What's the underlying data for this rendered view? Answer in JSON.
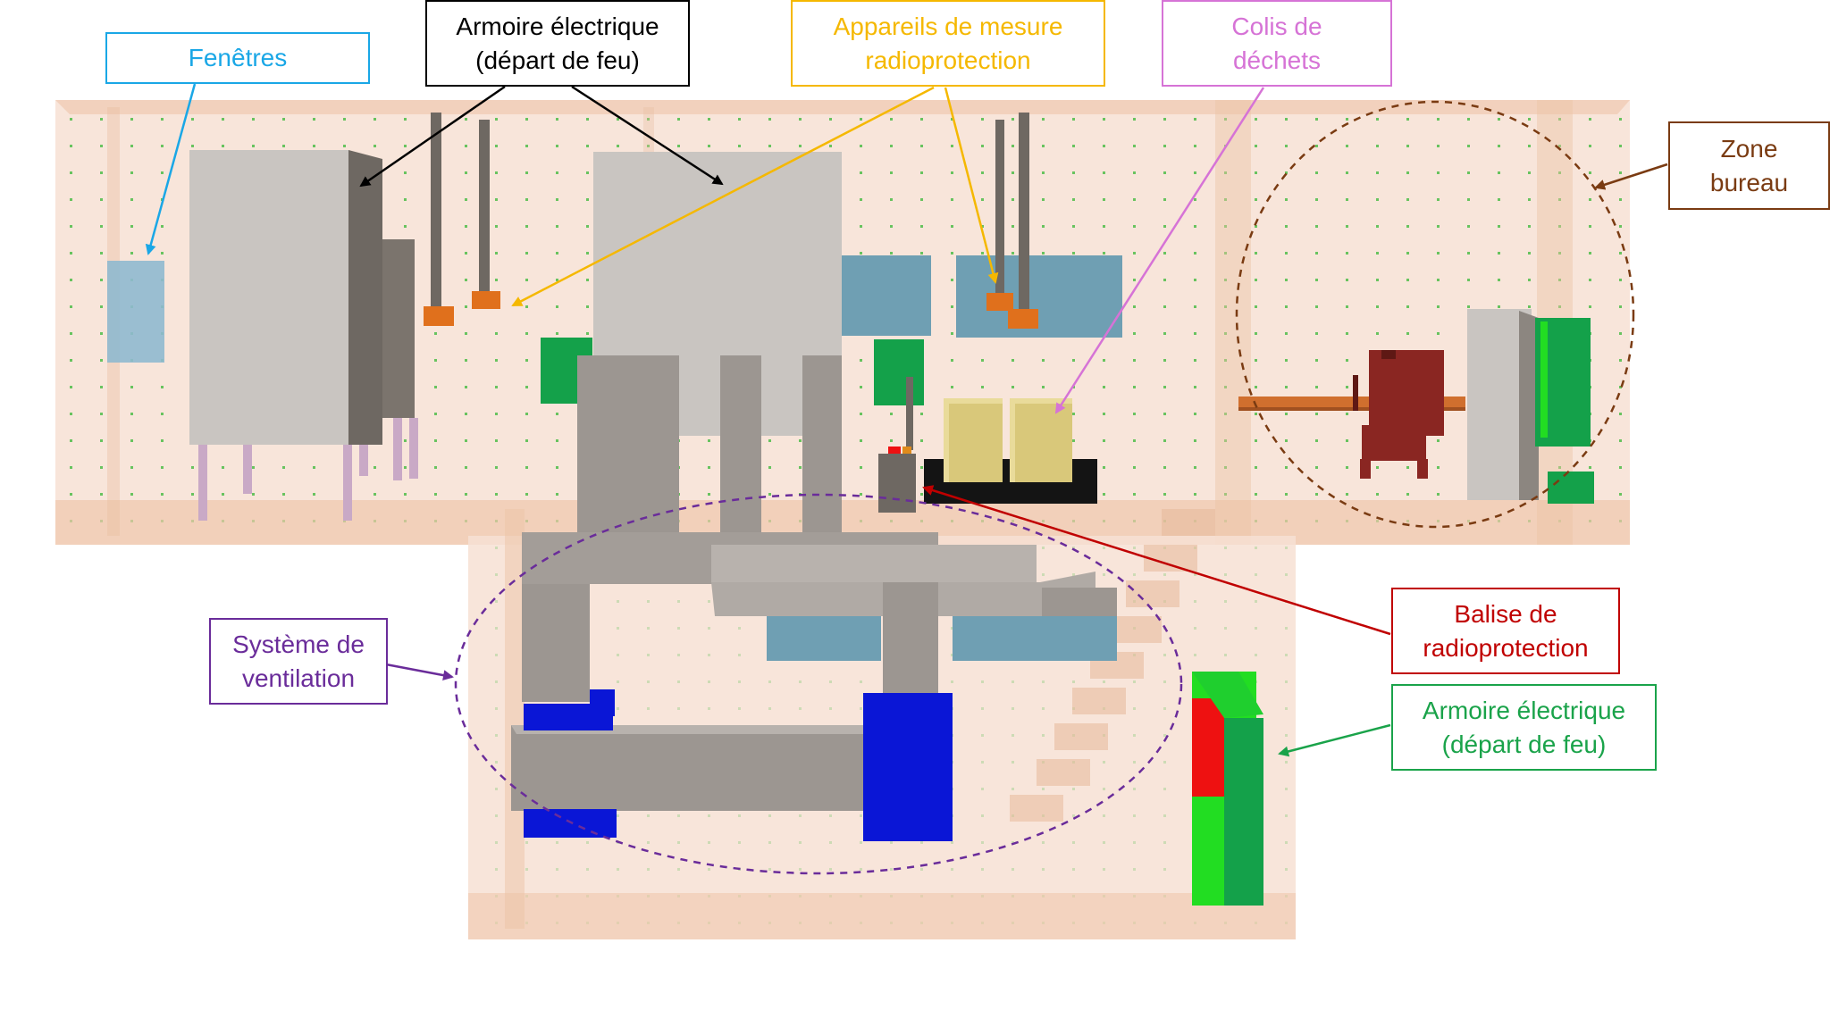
{
  "diagram": {
    "labels": {
      "fenetres": {
        "text": "Fenêtres",
        "color": "#1aa7e6"
      },
      "armoire_top": {
        "text": "Armoire électrique\n(départ de feu)",
        "color": "#000000"
      },
      "appareils": {
        "text": "Appareils de mesure\nradioprotection",
        "color": "#f5b800"
      },
      "colis": {
        "text": "Colis de\ndéchets",
        "color": "#d673d6"
      },
      "zone_bureau": {
        "text": "Zone\nbureau",
        "color": "#7a3b12"
      },
      "balise": {
        "text": "Balise de\nradioprotection",
        "color": "#c00000"
      },
      "armoire_right": {
        "text": "Armoire électrique\n(départ de feu)",
        "color": "#1aa34a"
      },
      "ventilation": {
        "text": "Système de\nventilation",
        "color": "#6a2c9a"
      }
    },
    "colors": {
      "room_fill": "#f7e1d3",
      "room_edge": "#f0c9b0",
      "cabinet_grey": "#c9c5c1",
      "cabinet_dark": "#6e6862",
      "duct_grey": "#9c9691",
      "window_blue": "#6f9fb3",
      "green_cabinet": "#14a14a",
      "bright_green": "#22dd22",
      "red_panel": "#ee1111",
      "orange_sensor": "#e0701c",
      "waste_yellow": "#d9c87a",
      "pallet_black": "#141414",
      "chair_red": "#8a2622",
      "desk_orange": "#d06f2e",
      "blue_support": "#0a16d6",
      "office_circle": "#7a3b12",
      "ventilation_circle": "#6a2c9a"
    }
  }
}
